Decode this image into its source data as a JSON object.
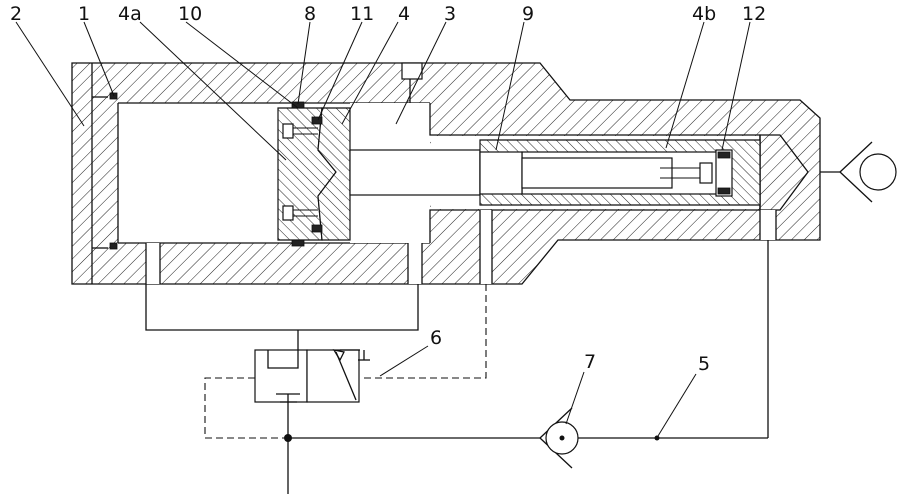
{
  "labels": {
    "l2": "2",
    "l1": "1",
    "l4a": "4a",
    "l10": "10",
    "l8": "8",
    "l11": "11",
    "l4": "4",
    "l3": "3",
    "l9": "9",
    "l4b": "4b",
    "l12": "12",
    "l6": "6",
    "l7": "7",
    "l5": "5"
  }
}
